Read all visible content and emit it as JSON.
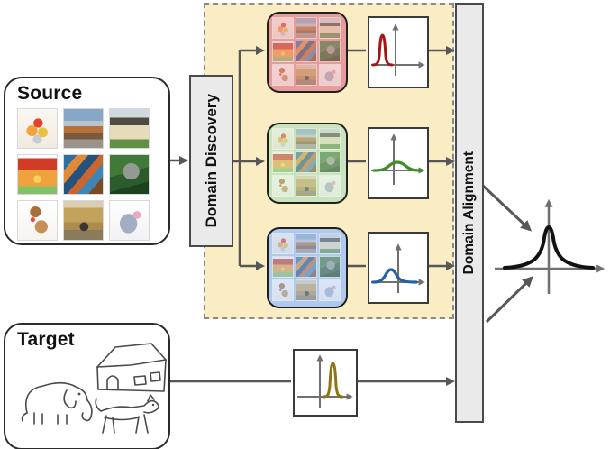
{
  "colors": {
    "region_bg": "#FAEDC4",
    "panel_bg": "#EAEAEA",
    "arrow": "#575757",
    "axis": "#707070",
    "red_tint": "#E89B9B",
    "green_tint": "#C9E4BC",
    "blue_tint": "#AFC9EF"
  },
  "source": {
    "title": "Source",
    "thumbnails": [
      "elephant-painting",
      "street-painting",
      "house-photo",
      "cartoon-house",
      "dog-painting",
      "elephant-photo",
      "cartoon-dog",
      "dog-photo",
      "cartoon-elephant"
    ]
  },
  "target": {
    "title": "Target",
    "sketches": [
      "house-sketch",
      "elephant-sketch",
      "dog-sketch"
    ]
  },
  "domain_discovery": {
    "label": "Domain Discovery"
  },
  "domain_alignment": {
    "label": "Domain Alignment"
  },
  "domains": [
    {
      "name": "red-domain",
      "tint": "#E89B9B",
      "curve_color": "#A81412",
      "distribution": "tall narrow peak left of vertical axis"
    },
    {
      "name": "green-domain",
      "tint": "#C9E4BC",
      "curve_color": "#3E8E28",
      "distribution": "low wide bump centered on vertical axis"
    },
    {
      "name": "blue-domain",
      "tint": "#AFC9EF",
      "curve_color": "#27609F",
      "distribution": "medium peak slightly left of vertical axis"
    }
  ],
  "target_plot": {
    "curve_color": "#8E7512",
    "distribution": "tall narrow peak right of vertical axis"
  },
  "aligned_plot": {
    "curve_color": "#111111",
    "distribution": "bell curve centered on vertical axis"
  }
}
